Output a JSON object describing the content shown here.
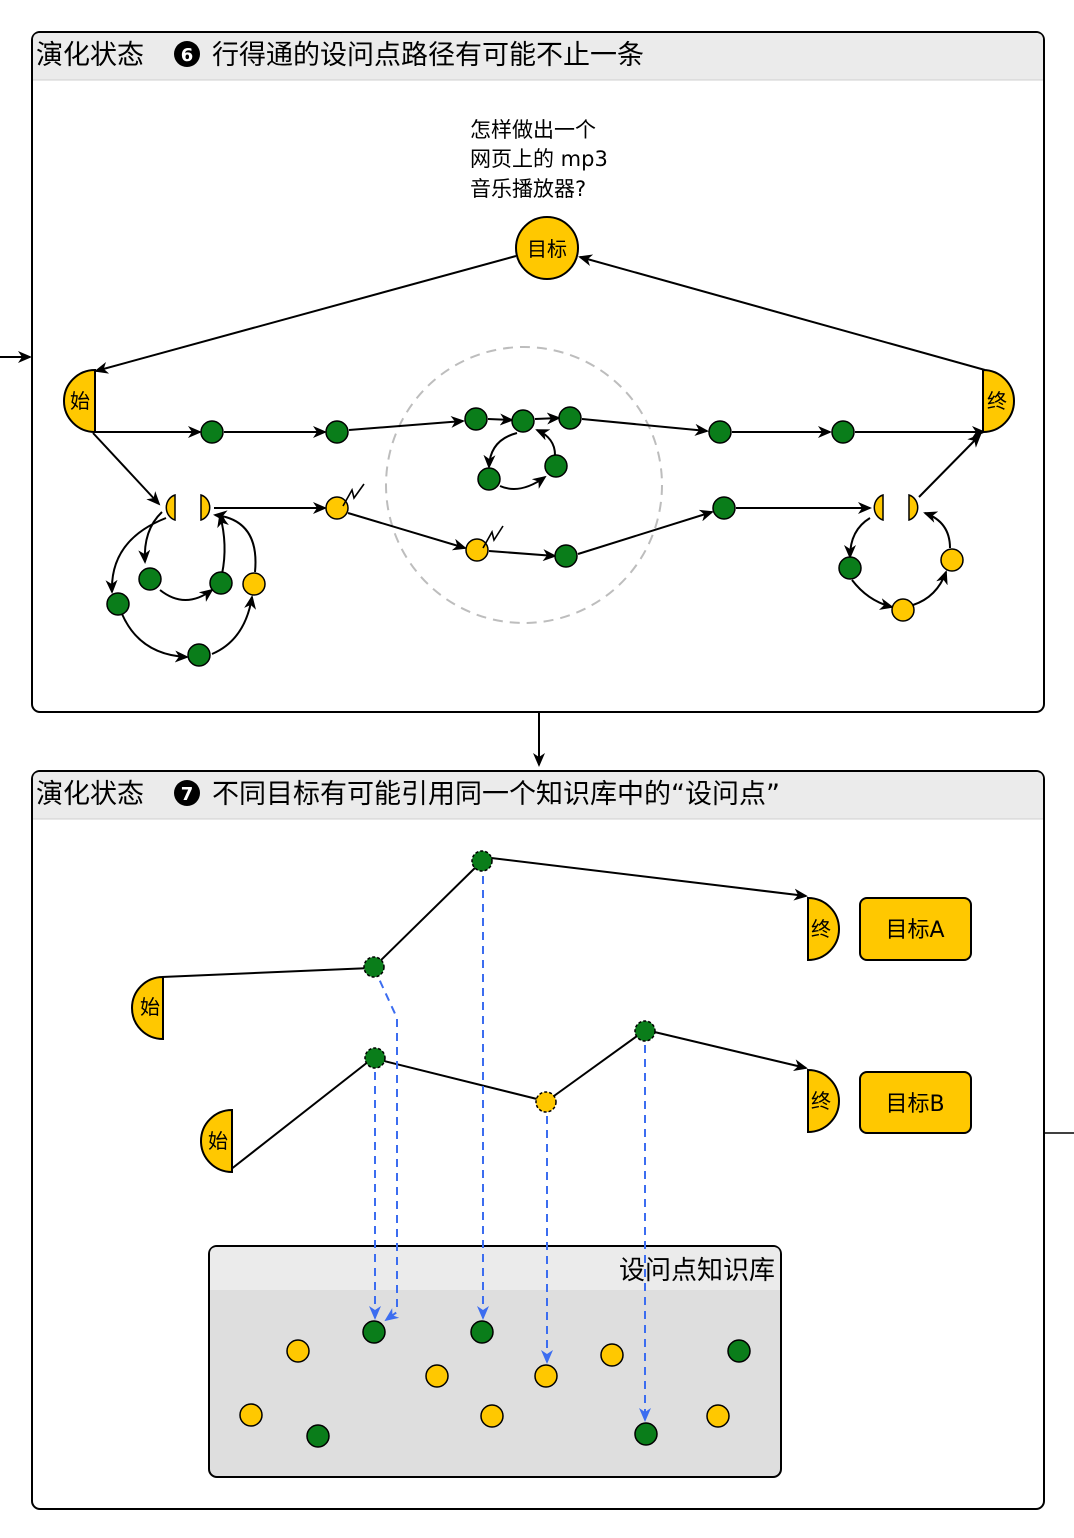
{
  "panel6": {
    "title_prefix": "演化状态",
    "badge": "6",
    "title_suffix": "行得通的设问点路径有可能不止一条",
    "question_lines": [
      "怎样做出一个",
      "网页上的 mp3",
      "音乐播放器?"
    ],
    "goal_label": "目标",
    "start_label": "始",
    "end_label": "终"
  },
  "panel7": {
    "title_prefix": "演化状态",
    "badge": "7",
    "title_suffix": "不同目标有可能引用同一个知识库中的“设问点”",
    "start_label": "始",
    "end_label": "终",
    "goal_a": "目标A",
    "goal_b": "目标B",
    "kb_title": "设问点知识库"
  },
  "colors": {
    "green_node": "#0a7d1a",
    "yellow_node": "#ffc800",
    "dashed_link": "#3c6df0",
    "panel_header": "#ebebeb",
    "kb_fill": "#dedede"
  },
  "icons": [
    "lightning-icon"
  ]
}
